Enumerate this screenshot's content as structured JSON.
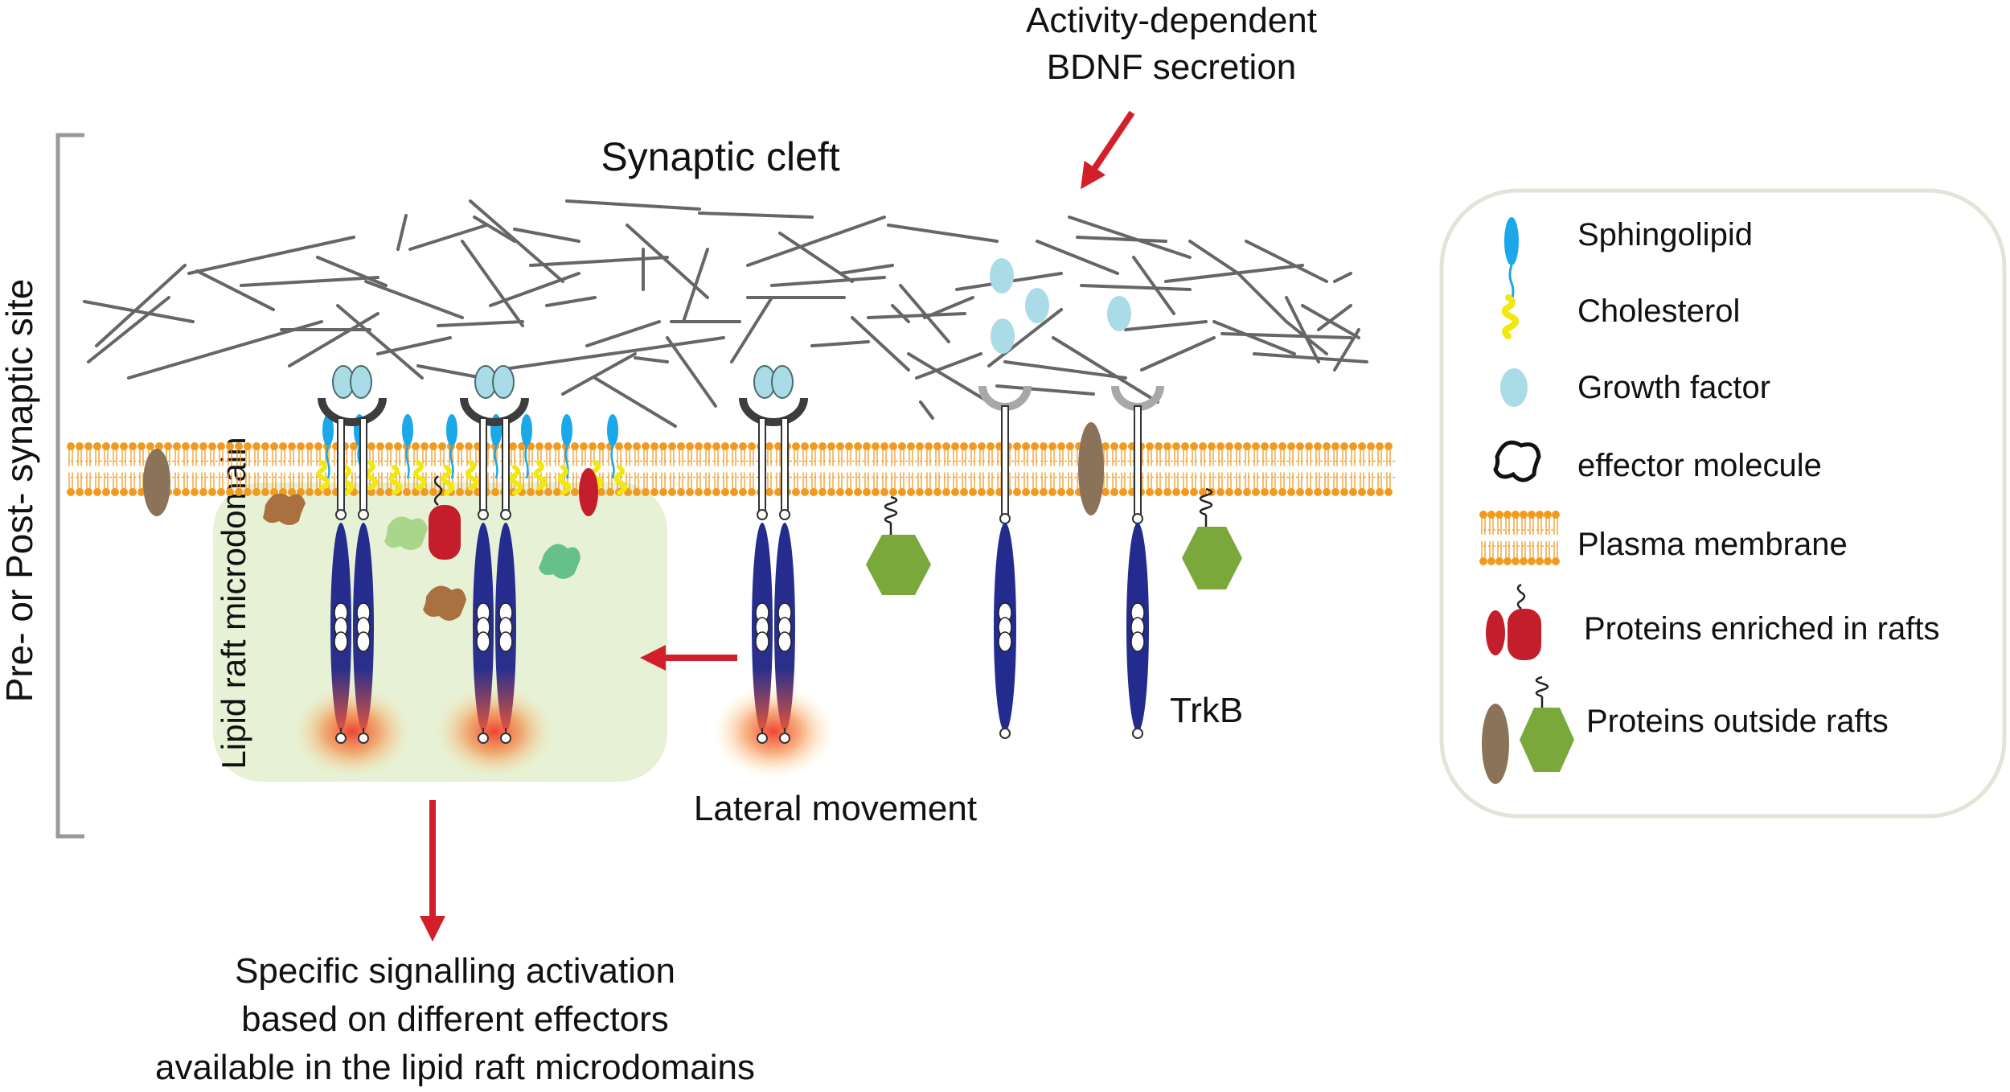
{
  "labels": {
    "activity_line1": "Activity-dependent",
    "activity_line2": "BDNF secretion",
    "synaptic_cleft": "Synaptic cleft",
    "site_label": "Pre- or Post- synaptic site",
    "raft_label": "Lipid raft microdomain",
    "lateral_movement": "Lateral movement",
    "trkb": "TrkB",
    "signalling_line1": "Specific signalling activation",
    "signalling_line2": "based on different effectors",
    "signalling_line3": "available in the lipid raft microdomains"
  },
  "legend": {
    "items": [
      {
        "label": "Sphingolipid",
        "icon": "sphingolipid-icon"
      },
      {
        "label": "Cholesterol",
        "icon": "cholesterol-icon"
      },
      {
        "label": "Growth factor",
        "icon": "growth-factor-icon"
      },
      {
        "label": "effector molecule",
        "icon": "effector-molecule-icon"
      },
      {
        "label": "Plasma membrane",
        "icon": "plasma-membrane-icon"
      },
      {
        "label": "Proteins enriched in rafts",
        "icon": "raft-protein-icon"
      },
      {
        "label": "Proteins outside rafts",
        "icon": "non-raft-protein-icon"
      }
    ]
  },
  "colors": {
    "arrow": "#d21f2b",
    "receptor": "#232b8f",
    "receptor_inactive_cap": "#a8a8a8",
    "receptor_active_cap": "#3d3d3d",
    "growth_factor": "#a9dce6",
    "sphingolipid": "#1aa8e8",
    "cholesterol": "#f2e80c",
    "membrane": "#f29a1f",
    "raft_region": "#e6f1d6",
    "raft_protein": "#c41e2c",
    "outside_protein_oval": "#8b7359",
    "outside_protein_hex": "#7aa83a",
    "effector_brown": "#a9713f",
    "effector_green": "#66c08a",
    "effector_lightgreen": "#a9d68a",
    "legend_border": "#e0e5d8",
    "filament": "#666666"
  }
}
